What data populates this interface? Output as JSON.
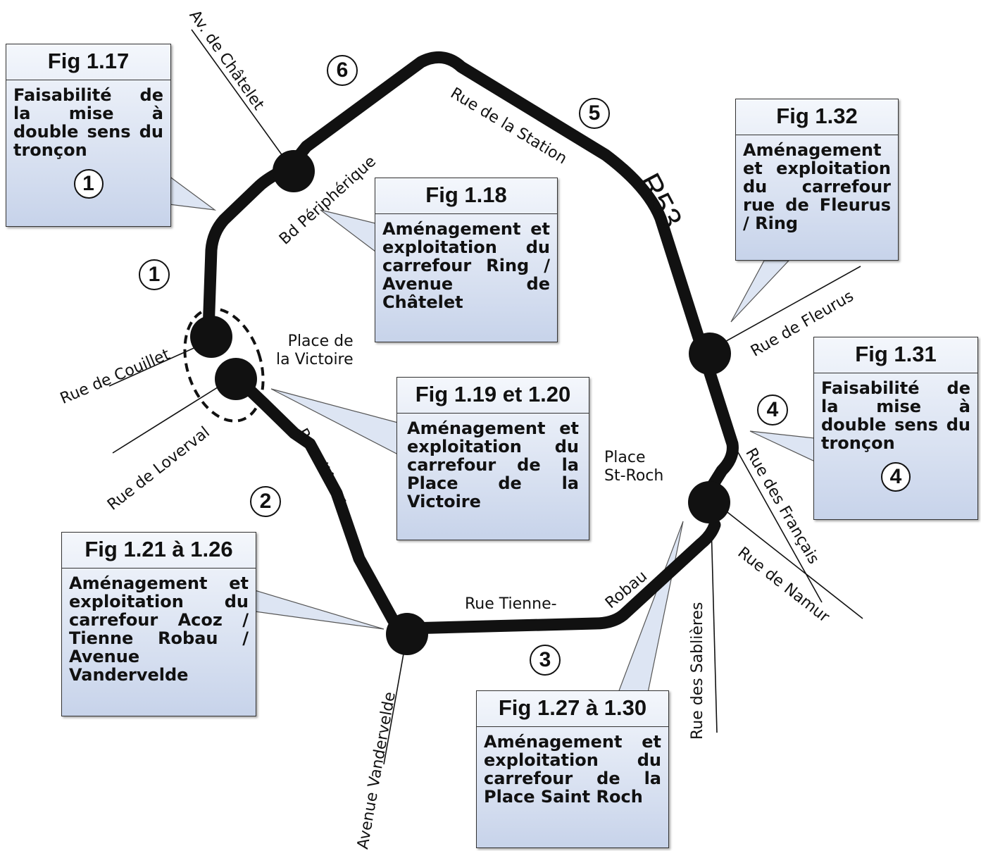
{
  "callouts": {
    "c117": {
      "title": "Fig 1.17",
      "body": "Faisabilité de la mise à double sens du tronçon",
      "num": "1"
    },
    "c118": {
      "title": "Fig 1.18",
      "body": "Aménagement et exploitation du carrefour Ring / Avenue de Châtelet"
    },
    "c119": {
      "title": "Fig 1.19 et 1.20",
      "body": "Aménagement et exploitation du carrefour de la Place de la Victoire"
    },
    "c121": {
      "title": "Fig 1.21 à 1.26",
      "body": "Aménagement et exploitation du carrefour Acoz / Tienne Robau / Avenue Vandervelde"
    },
    "c127": {
      "title": "Fig 1.27 à 1.30",
      "body": "Aménagement et exploitation du carrefour de la Place Saint Roch"
    },
    "c131": {
      "title": "Fig 1.31",
      "body": "Faisabilité de la mise à double sens du tronçon",
      "num": "4"
    },
    "c132": {
      "title": "Fig 1.32",
      "body": "Aménagement et exploitation du carrefour rue de Fleurus / Ring"
    }
  },
  "streets": {
    "av_chatelet": "Av. de Châtelet",
    "bd_peripherique": "Bd Périphérique",
    "rue_station": "Rue de la Station",
    "r53": "R53",
    "rue_fleurus": "Rue de Fleurus",
    "rue_couillet": "Rue de Couillet",
    "rue_loverval": "Rue de Loverval",
    "place_victoire": "Place de\nla Victoire",
    "rue_acoz": "Rue d'Acoz",
    "place_st_roch": "Place\nSt-Roch",
    "rue_francais": "Rue des Français",
    "rue_namur": "Rue de Namur",
    "rue_tienne": "Rue Tienne-",
    "robau": "Robau",
    "rue_sablieres": "Rue des Sablières",
    "av_vandervelde": "Avenue Vandervelde"
  },
  "section_numbers": {
    "n1": "1",
    "n2": "2",
    "n3": "3",
    "n4": "4",
    "n5": "5",
    "n6": "6"
  },
  "colors": {
    "road": "#111111",
    "callout_top": "#f4f7fc",
    "callout_bottom": "#c7d3ea"
  }
}
